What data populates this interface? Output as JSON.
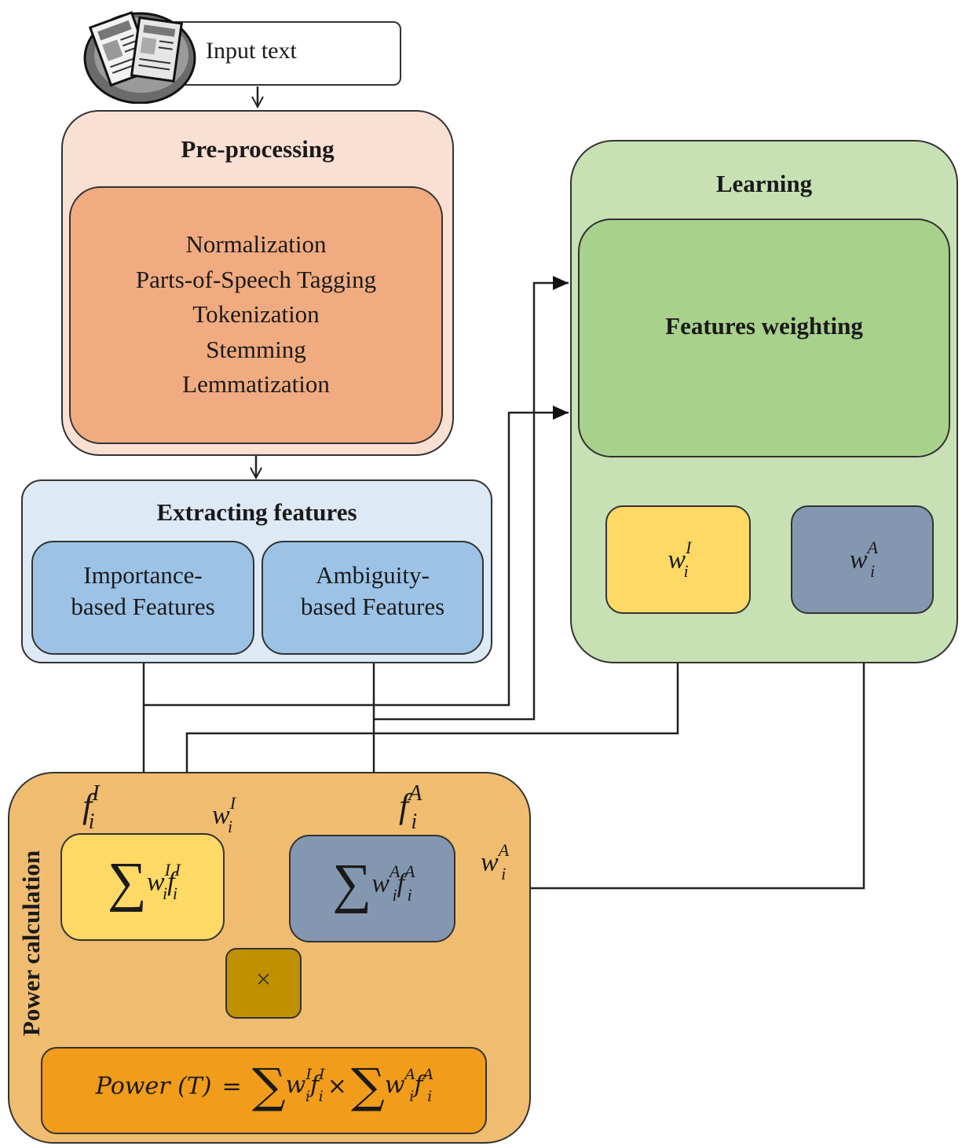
{
  "input": {
    "label": "Input text",
    "icon": "newspaper-icon"
  },
  "preprocessing": {
    "title": "Pre-processing",
    "steps": [
      "Normalization",
      "Parts-of-Speech Tagging",
      "Tokenization",
      "Stemming",
      "Lemmatization"
    ]
  },
  "extracting": {
    "title": "Extracting features",
    "importance_line1": "Importance-",
    "importance_line2": "based Features",
    "ambiguity_line1": "Ambiguity-",
    "ambiguity_line2": "based Features"
  },
  "learning": {
    "title": "Learning",
    "weighting": "Features weighting",
    "w_base": "w",
    "sub_i": "i",
    "sup_I": "I",
    "sup_A": "A"
  },
  "power": {
    "title": "Power calculation",
    "f_base": "f",
    "w_base": "w",
    "sum_symbol": "∑",
    "times_symbol": "×",
    "formula_lhs": "Power (T)",
    "equals": "="
  },
  "colors": {
    "input_fill": "#f8c9cf",
    "pre_outer": "#fae0d3",
    "pre_inner": "#f1ab80",
    "extract_outer": "#dde9f5",
    "extract_inner": "#9cc3e6",
    "learn_outer": "#c7e0b4",
    "learn_inner": "#a8d18c",
    "yellow": "#ffd966",
    "slate": "#8497b0",
    "power_outer": "#f0bc70",
    "power_formula": "#f19c1a",
    "multiply": "#bf9000"
  }
}
